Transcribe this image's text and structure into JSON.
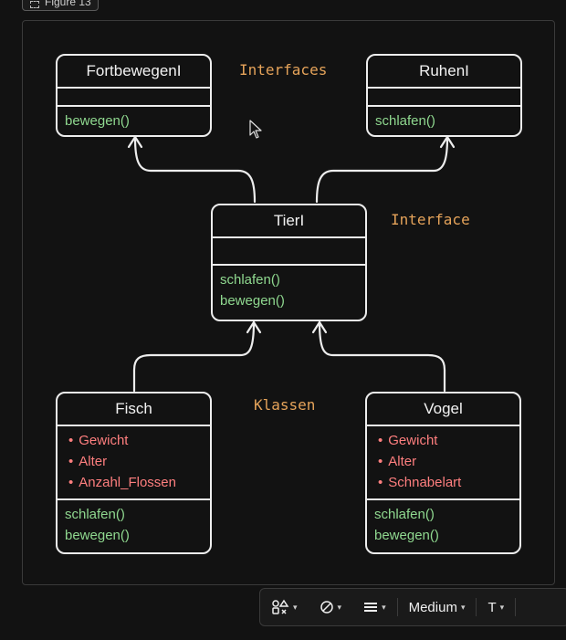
{
  "figure_tab": {
    "label": "Figure 13"
  },
  "notes": {
    "top": "Interfaces",
    "middle": "Interface",
    "bottom": "Klassen"
  },
  "boxes": {
    "fortbewegen": {
      "title": "FortbewegenI",
      "methods": [
        "bewegen()"
      ]
    },
    "ruhen": {
      "title": "RuhenI",
      "methods": [
        "schlafen()"
      ]
    },
    "tier": {
      "title": "TierI",
      "methods": [
        "schlafen()",
        "bewegen()"
      ]
    },
    "fisch": {
      "title": "Fisch",
      "attributes": [
        "Gewicht",
        "Alter",
        "Anzahl_Flossen"
      ],
      "methods": [
        "schlafen()",
        "bewegen()"
      ]
    },
    "vogel": {
      "title": "Vogel",
      "attributes": [
        "Gewicht",
        "Alter",
        "Schnabelart"
      ],
      "methods": [
        "schlafen()",
        "bewegen()"
      ]
    }
  },
  "toolbar": {
    "shapes_icon": "shapes-icon",
    "stroke_icon": "no-stroke-icon",
    "align_icon": "align-icon",
    "size_label": "Medium",
    "text_label": "T"
  },
  "colors": {
    "attribute": "#ff7f7f",
    "method": "#8fd88f",
    "note": "#e5a35a",
    "line": "#ededed"
  }
}
